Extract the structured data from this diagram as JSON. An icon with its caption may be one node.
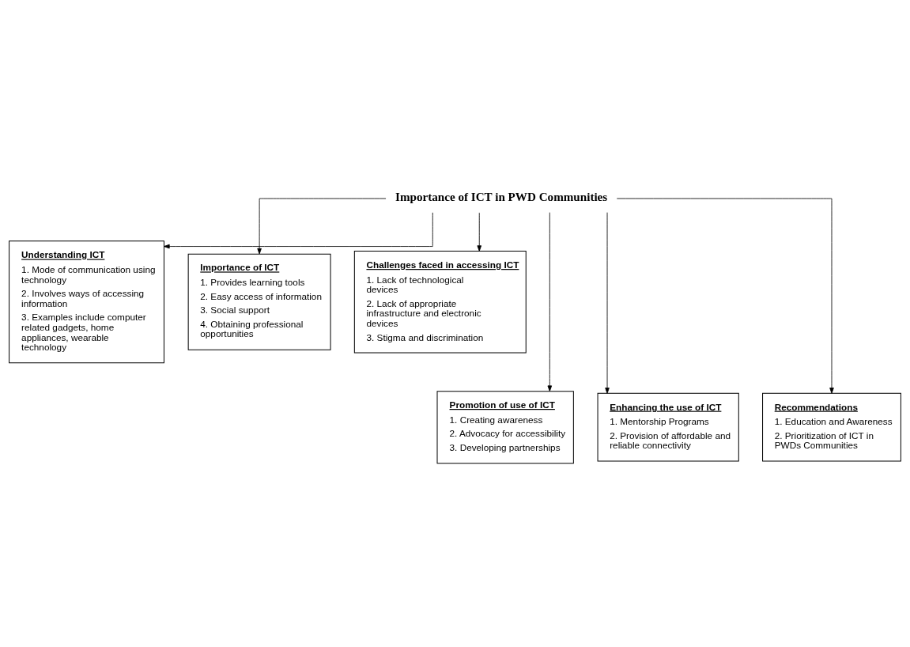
{
  "diagram": {
    "nodes": [
      {
        "text": [
          "Importance of ICT in PWD Communities"
        ]
      },
      {
        "text": [
          "Understanding ICT",
          "1. Mode of communication using technology",
          "2. Involves ways of accessing information",
          "3. Examples include computer related gadgets, home appliances, wearable technology"
        ]
      },
      {
        "text": [
          "Importance of ICT",
          "1. Provides learning tools",
          "2. Easy access of information",
          "3. Social support",
          "4. Obtaining professional opportunities"
        ]
      },
      {
        "text": [
          "Challenges faced in accessing ICT",
          "1. Lack of technological devices",
          "2. Lack of appropriate infrastructure and electronic devices",
          "3. Stigma and discrimination"
        ]
      },
      {
        "text": [
          "Promotion of use of ICT",
          "1. Creating awareness",
          "2. Advocacy for accessibility",
          "3. Developing partnerships"
        ]
      },
      {
        "text": [
          "Enhancing the use of ICT",
          "1. Mentorship Programs",
          "2. Provision of affordable and reliable connectivity"
        ]
      },
      {
        "text": [
          "Recommendations",
          "1. Education and Awareness",
          "2. Prioritization of ICT in PWDs Communities"
        ]
      }
    ],
    "edges": [
      {
        "from": 0,
        "to": 1,
        "arrow": "to"
      },
      {
        "from": 0,
        "to": 2,
        "arrow": "to"
      },
      {
        "from": 0,
        "to": 3,
        "arrow": "to"
      },
      {
        "from": 0,
        "to": 4,
        "arrow": "to"
      },
      {
        "from": 0,
        "to": 5,
        "arrow": "to"
      },
      {
        "from": 0,
        "to": 6,
        "arrow": "to"
      }
    ]
  }
}
